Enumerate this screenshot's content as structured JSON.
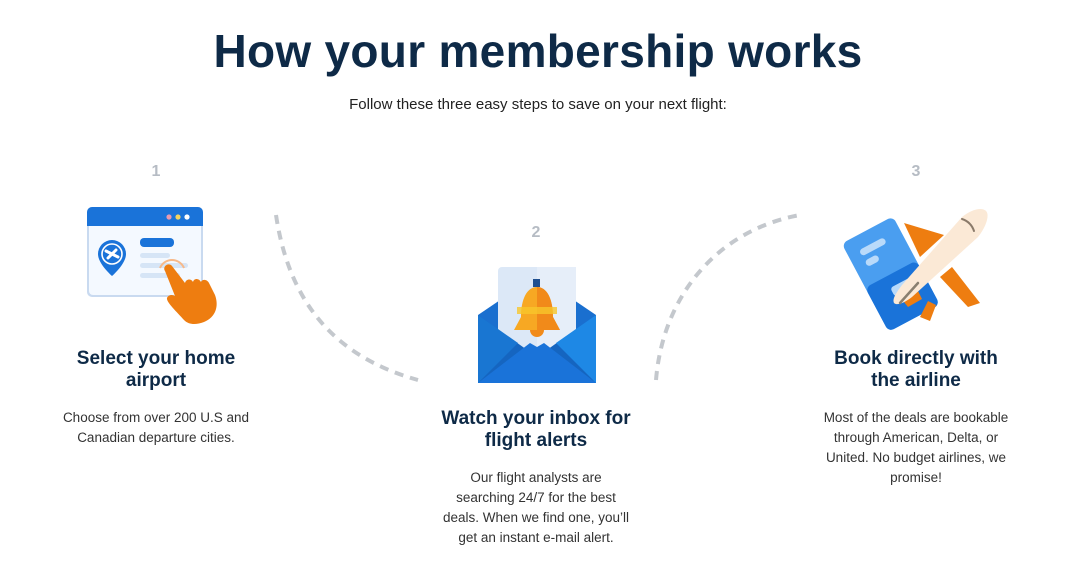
{
  "header": {
    "title": "How your membership works",
    "subtitle": "Follow these three easy steps to save on your next flight:"
  },
  "colors": {
    "title": "#0e2a47",
    "step_number": "#b6bcc4",
    "primary_blue": "#1a73d9",
    "orange": "#ee7d10",
    "dashed_line": "#c4c8cd"
  },
  "steps": [
    {
      "number": "1",
      "icon": "browser-airport-select-icon",
      "title_line1": "Select your home",
      "title_line2": "airport",
      "desc_lines": [
        "Choose from over 200 U.S and",
        "Canadian departure cities."
      ]
    },
    {
      "number": "2",
      "icon": "envelope-bell-icon",
      "title_line1": "Watch your inbox for",
      "title_line2": "flight alerts",
      "desc_lines": [
        "Our flight analysts are",
        "searching 24/7 for the best",
        "deals. When we find one, you’ll",
        "get an instant e-mail alert."
      ]
    },
    {
      "number": "3",
      "icon": "ticket-airplane-icon",
      "title_line1": "Book directly with",
      "title_line2": "the airline",
      "desc_lines": [
        "Most of the deals are bookable",
        "through American, Delta, or",
        "United. No budget airlines, we",
        "promise!"
      ]
    }
  ]
}
